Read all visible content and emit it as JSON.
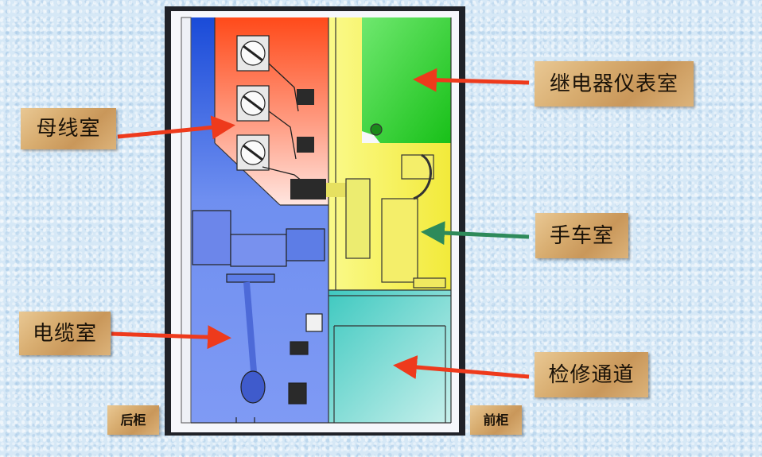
{
  "labels": {
    "busbar": "母线室",
    "relay": "继电器仪表室",
    "trolley": "手车室",
    "cable": "电缆室",
    "maintenance": "检修通道",
    "rear": "后柜",
    "front": "前柜"
  },
  "colors": {
    "red_arrow": "#ee3a1c",
    "green_arrow": "#2e8a5a",
    "busbar_compartment": "#ff5a2a",
    "cable_compartment": "#6a8cf2",
    "trolley_compartment": "#f7f26a",
    "relay_compartment": "#3ccf3c",
    "maintenance_compartment": "#5fd4cc"
  }
}
